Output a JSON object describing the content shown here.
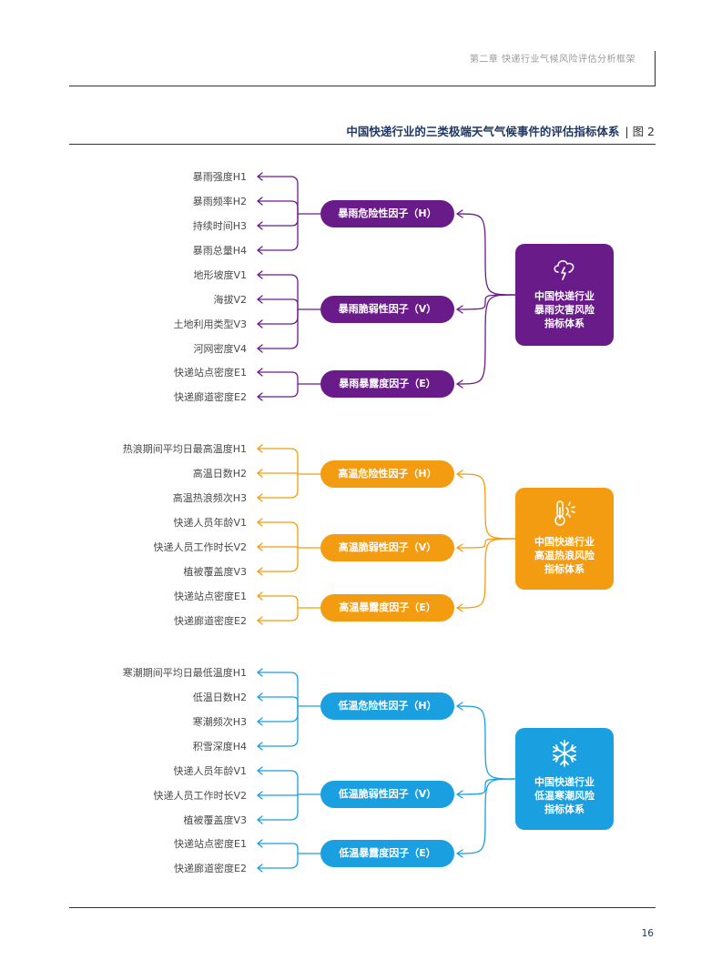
{
  "header": {
    "chapter": "第二章 快递行业气候风险评估分析框架"
  },
  "figure": {
    "title": "中国快递行业的三类极端天气气候事件的评估指标体系",
    "separator": "|",
    "label": "图 2"
  },
  "footer": {
    "page_number": "16"
  },
  "colors": {
    "rain": "#6a1b8a",
    "heat": "#f39c12",
    "cold": "#1aa0e0",
    "title": "#1f3864"
  },
  "groups": [
    {
      "id": "rain",
      "icon": "thunderstorm-cloud-icon",
      "system_lines": [
        "中国快递行业",
        "暴雨灾害风险",
        "指标体系"
      ],
      "factors": [
        {
          "label": "暴雨危险性因子（H）",
          "leaves": [
            "暴雨强度H1",
            "暴雨频率H2",
            "持续时间H3",
            "暴雨总量H4"
          ]
        },
        {
          "label": "暴雨脆弱性因子（V）",
          "leaves": [
            "地形坡度V1",
            "海拔V2",
            "土地利用类型V3",
            "河网密度V4"
          ]
        },
        {
          "label": "暴雨暴露度因子（E）",
          "leaves": [
            "快递站点密度E1",
            "快递廊道密度E2"
          ]
        }
      ]
    },
    {
      "id": "heat",
      "icon": "thermometer-sun-icon",
      "system_lines": [
        "中国快递行业",
        "高温热浪风险",
        "指标体系"
      ],
      "factors": [
        {
          "label": "高温危险性因子（H）",
          "leaves": [
            "热浪期间平均日最高温度H1",
            "高温日数H2",
            "高温热浪频次H3"
          ]
        },
        {
          "label": "高温脆弱性因子（V）",
          "leaves": [
            "快递人员年龄V1",
            "快递人员工作时长V2",
            "植被覆盖度V3"
          ]
        },
        {
          "label": "高温暴露度因子（E）",
          "leaves": [
            "快递站点密度E1",
            "快递廊道密度E2"
          ]
        }
      ]
    },
    {
      "id": "cold",
      "icon": "snowflake-icon",
      "system_lines": [
        "中国快递行业",
        "低温寒潮风险",
        "指标体系"
      ],
      "factors": [
        {
          "label": "低温危险性因子（H）",
          "leaves": [
            "寒潮期间平均日最低温度H1",
            "低温日数H2",
            "寒潮频次H3",
            "积雪深度H4"
          ]
        },
        {
          "label": "低温脆弱性因子（V）",
          "leaves": [
            "快递人员年龄V1",
            "快递人员工作时长V2",
            "植被覆盖度V3"
          ]
        },
        {
          "label": "低温暴露度因子（E）",
          "leaves": [
            "快递站点密度E1",
            "快递廊道密度E2"
          ]
        }
      ]
    }
  ]
}
